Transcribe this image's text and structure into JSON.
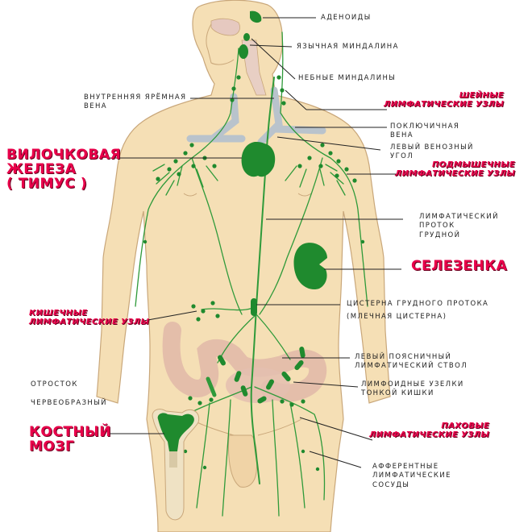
{
  "colors": {
    "skin": "#f5dfb5",
    "skin_outline": "#c9a77a",
    "lymph": "#2f9a3a",
    "node": "#1f8a2e",
    "vein": "#b9c3cc",
    "intestine": "#e0b8a8",
    "label_red": "#e8004a",
    "leader": "#222222"
  },
  "labels": {
    "adenoids": "АДЕНОИДЫ",
    "lingual_tonsil": "ЯЗЫЧНАЯ МИНДАЛИНА",
    "palatine_tonsils": "НЕБНЫЕ МИНДАЛИНЫ",
    "jugular_vein": "ВНУТРЕННЯЯ ЯРЁМНАЯ\nВЕНА",
    "subclavian_vein": "ПОКЛЮЧИЧНАЯ\nВЕНА",
    "left_venous_angle": "ЛЕВЫЙ ВЕНОЗНЫЙ\nУГОЛ",
    "thoracic_duct": "ЛИМФАТИЧЕСКИЙ\nПРОТОК\nГРУДНОЙ",
    "cisterna_chyli": "ЦИСТЕРНА ГРУДНОГО ПРОТОКА",
    "milky_cistern": "(МЛЕЧНАЯ ЦИСТЕРНА)",
    "lumbar_trunk": "ЛЕВЫЙ ПОЯСНИЧНЫЙ\nЛИМФАТИЧЕСКИЙ СТВОЛ",
    "intestinal_nodules": "ЛИМФОИДНЫЕ УЗЕЛКИ\nТОНКОЙ КИШКИ",
    "appendix": "ОТРОСТОК\n\nЧЕРВЕОБРАЗНЫЙ",
    "afferent_vessels": "АФФЕРЕНТНЫЕ\nЛИМФАТИЧЕСКИЕ\nСОСУДЫ"
  },
  "red_labels": {
    "thymus": "ВИЛОЧКОВАЯ\nЖЕЛЕЗА\n( ТИМУС )",
    "cervical_nodes": "ШЕЙНЫЕ\nЛИМФАТИЧЕСКИЕ УЗЛЫ",
    "axillary_nodes": "ПОДМЫШЕЧНЫЕ\nЛИМФАТИЧЕСКИЕ УЗЛЫ",
    "spleen": "СЕЛЕЗЕНКА",
    "intestinal_lymph_nodes": "КИШЕЧНЫЕ\nЛИМФАТИЧЕСКИЕ УЗЛЫ",
    "bone_marrow": "КОСТНЫЙ\nМОЗГ",
    "inguinal_nodes": "ПАХОВЫЕ\nЛИМФАТИЧЕСКИЕ УЗЛЫ"
  }
}
